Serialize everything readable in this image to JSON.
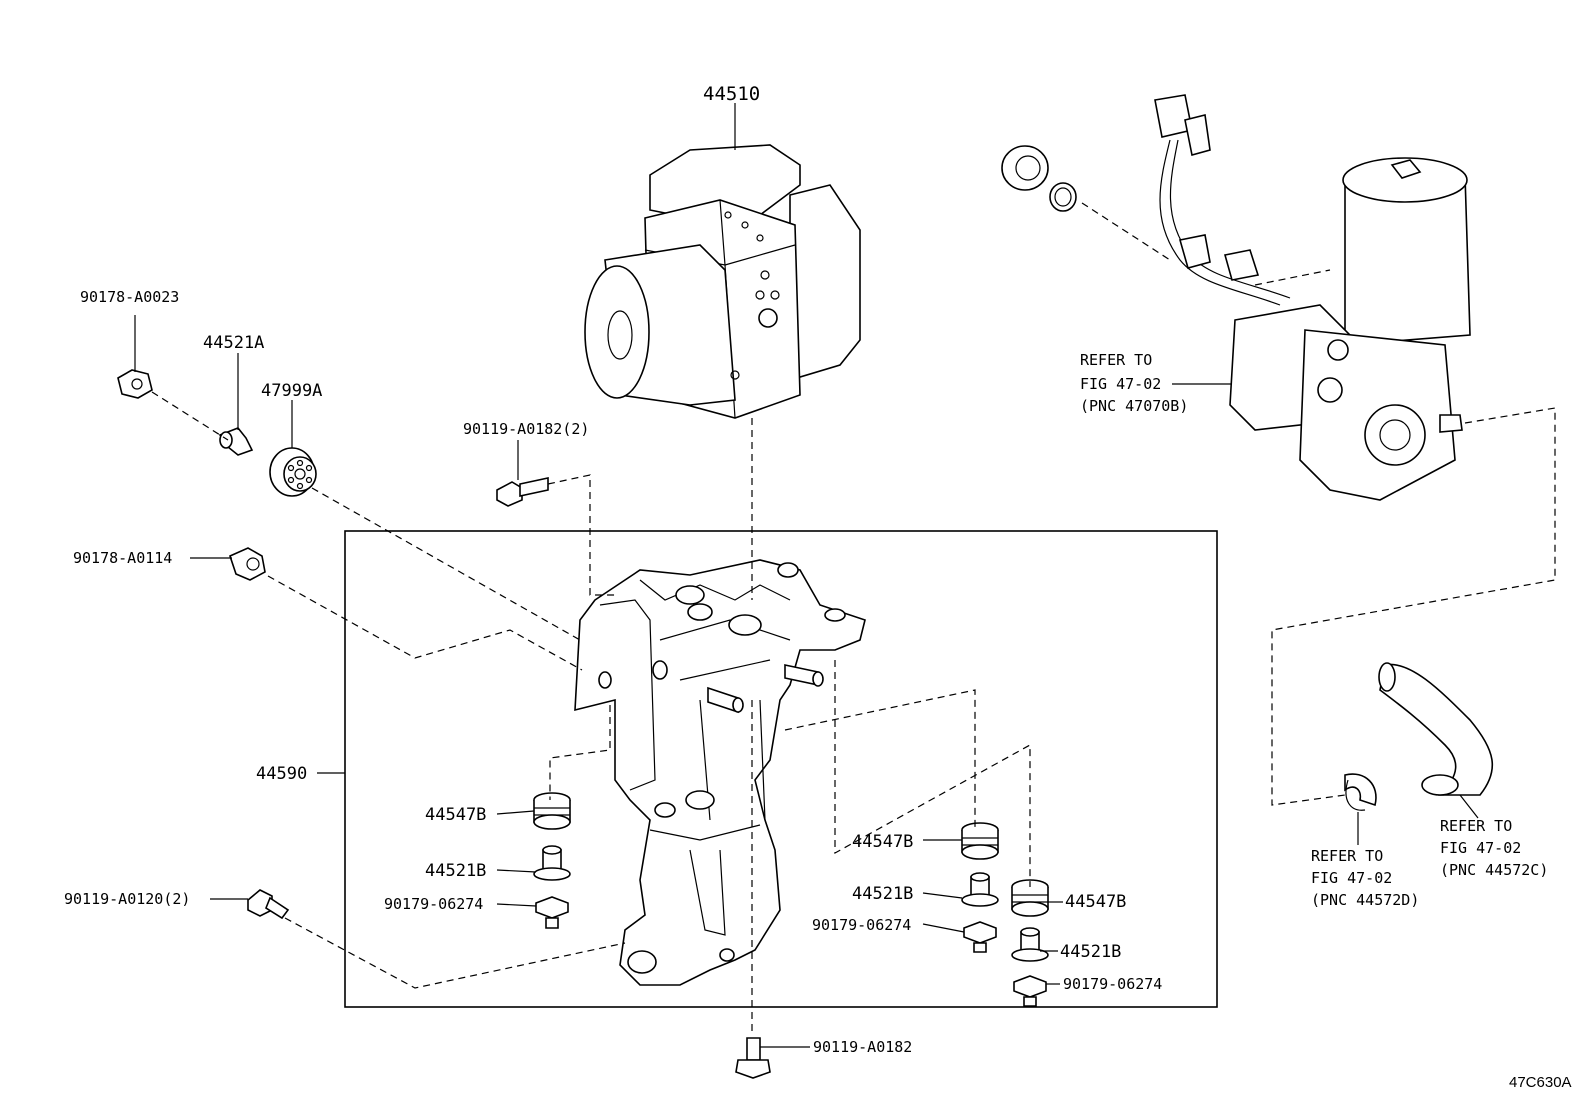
{
  "diagram": {
    "figure_id": "47C630A",
    "labels": {
      "actuator": "44510",
      "nut_top": "90178-A0023",
      "grommet_a": "44521A",
      "cushion_a": "47999A",
      "nut_side": "90178-A0114",
      "bolt_top": "90119-A0182(2)",
      "bracket": "44590",
      "bolt_left": "90119-A0120(2)",
      "cushion_b_left": "44547B",
      "grommet_b_left": "44521B",
      "washer_left": "90179-06274",
      "cushion_b_mid": "44547B",
      "grommet_b_mid": "44521B",
      "washer_mid": "90179-06274",
      "cushion_b_right": "44547B",
      "grommet_b_right": "44521B",
      "washer_right": "90179-06274",
      "bolt_bottom": "90119-A0182"
    },
    "refer_pump": [
      "REFER TO",
      "FIG 47-02",
      "(PNC 47070B)"
    ],
    "refer_clamp": [
      "REFER TO",
      "FIG 47-02",
      "(PNC 44572D)"
    ],
    "refer_hose": [
      "REFER TO",
      "FIG 47-02",
      "(PNC 44572C)"
    ]
  }
}
